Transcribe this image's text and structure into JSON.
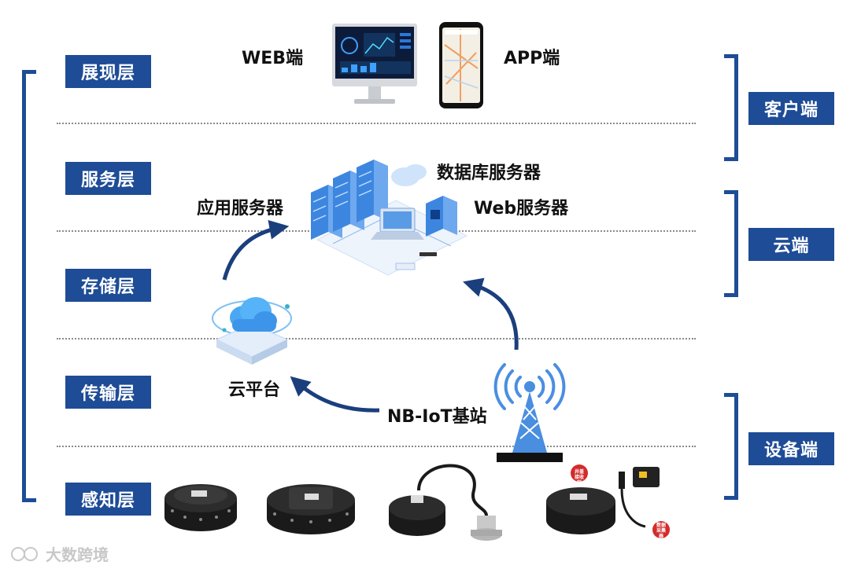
{
  "layers": [
    "展现层",
    "服务层",
    "存储层",
    "传输层",
    "感知层"
  ],
  "sides": [
    "客户端",
    "云端",
    "设备端"
  ],
  "labels": {
    "web": "WEB端",
    "app": "APP端",
    "db_server": "数据库服务器",
    "app_server": "应用服务器",
    "web_server": "Web服务器",
    "cloud_platform": "云平台",
    "base_station": "NB-IoT基站"
  },
  "device_tags": [
    "井盖接收端",
    "数据采集器"
  ],
  "watermark": "大数跨境",
  "colors": {
    "accent": "#1e4c96",
    "arrow": "#1b3f7c",
    "illustration": "#4a8ee0"
  }
}
